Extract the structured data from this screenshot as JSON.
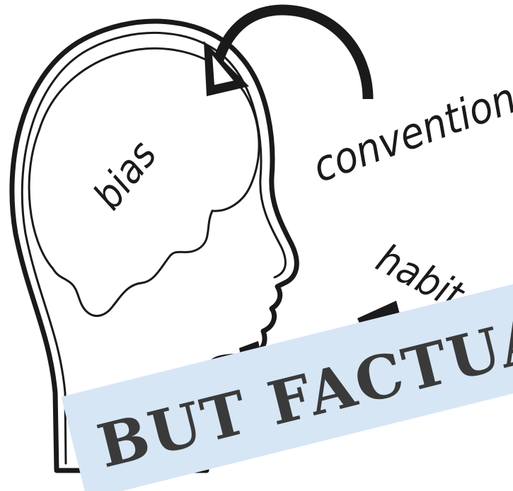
{
  "words": {
    "bias": "bias",
    "convention": "convention",
    "habit": "habit"
  },
  "banner": {
    "text": "BUT FACTUAL"
  },
  "colors": {
    "ink": "#1a1a1a",
    "banner_fill": "#d6e6f5",
    "banner_text": "#3a3a3a"
  }
}
